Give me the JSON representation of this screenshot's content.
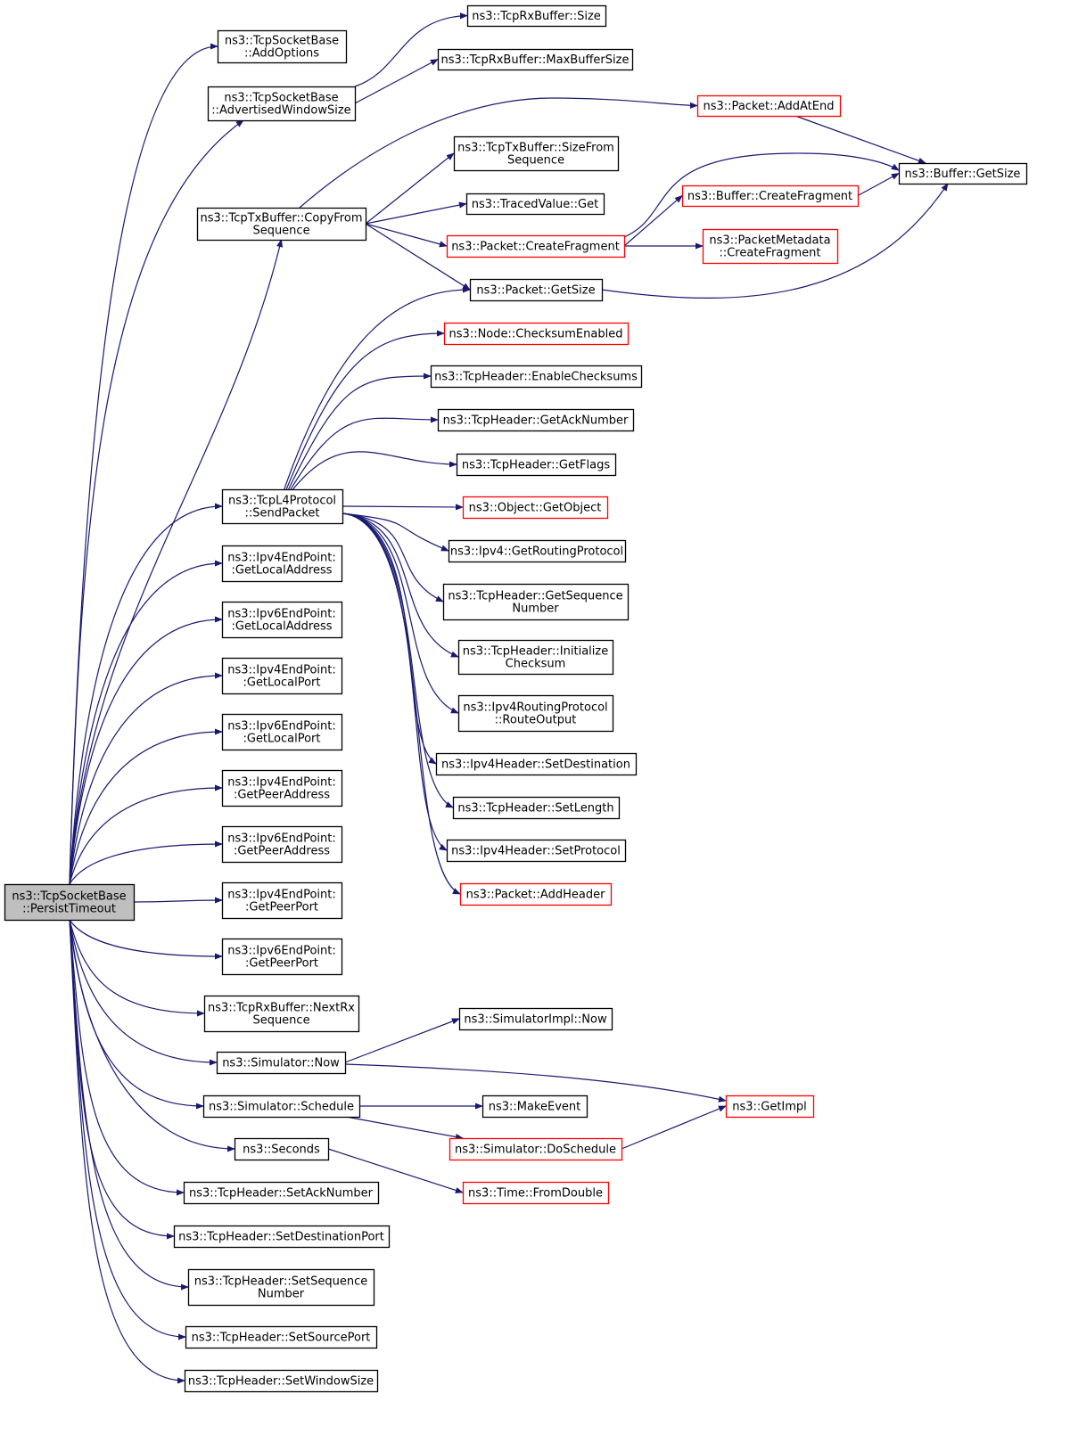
{
  "colors": {
    "edge": "#191970",
    "border_default": "#000000",
    "border_truncated": "#ff0000",
    "root_fill": "#bfbfbf",
    "node_fill": "#ffffff",
    "text": "#000000"
  },
  "nodes": {
    "persist_timeout": {
      "lines": [
        "ns3::TcpSocketBase",
        "::PersistTimeout"
      ],
      "root": true
    },
    "add_options": {
      "lines": [
        "ns3::TcpSocketBase",
        "::AddOptions"
      ]
    },
    "advertised_window_size": {
      "lines": [
        "ns3::TcpSocketBase",
        "::AdvertisedWindowSize"
      ]
    },
    "rx_size": {
      "lines": [
        "ns3::TcpRxBuffer::Size"
      ]
    },
    "rx_max_buffer_size": {
      "lines": [
        "ns3::TcpRxBuffer::MaxBufferSize"
      ]
    },
    "packet_add_at_end": {
      "lines": [
        "ns3::Packet::AddAtEnd"
      ],
      "truncated": true
    },
    "tx_size_from_sequence": {
      "lines": [
        "ns3::TcpTxBuffer::SizeFrom",
        "Sequence"
      ]
    },
    "buffer_get_size": {
      "lines": [
        "ns3::Buffer::GetSize"
      ]
    },
    "tx_copy_from_sequence": {
      "lines": [
        "ns3::TcpTxBuffer::CopyFrom",
        "Sequence"
      ]
    },
    "buffer_create_fragment": {
      "lines": [
        "ns3::Buffer::CreateFragment"
      ],
      "truncated": true
    },
    "traced_value_get": {
      "lines": [
        "ns3::TracedValue::Get"
      ]
    },
    "packet_create_fragment": {
      "lines": [
        "ns3::Packet::CreateFragment"
      ],
      "truncated": true
    },
    "packet_metadata_create_fragment": {
      "lines": [
        "ns3::PacketMetadata",
        "::CreateFragment"
      ],
      "truncated": true
    },
    "packet_get_size": {
      "lines": [
        "ns3::Packet::GetSize"
      ]
    },
    "node_checksum_enabled": {
      "lines": [
        "ns3::Node::ChecksumEnabled"
      ],
      "truncated": true
    },
    "tcp_enable_checksums": {
      "lines": [
        "ns3::TcpHeader::EnableChecksums"
      ]
    },
    "tcp_get_ack_number": {
      "lines": [
        "ns3::TcpHeader::GetAckNumber"
      ]
    },
    "tcp_get_flags": {
      "lines": [
        "ns3::TcpHeader::GetFlags"
      ]
    },
    "l4_send_packet": {
      "lines": [
        "ns3::TcpL4Protocol",
        "::SendPacket"
      ]
    },
    "object_get_object": {
      "lines": [
        "ns3::Object::GetObject"
      ],
      "truncated": true
    },
    "ipv4_get_routing_protocol": {
      "lines": [
        "ns3::Ipv4::GetRoutingProtocol"
      ]
    },
    "tcp_get_sequence_number": {
      "lines": [
        "ns3::TcpHeader::GetSequence",
        "Number"
      ]
    },
    "tcp_initialize_checksum": {
      "lines": [
        "ns3::TcpHeader::Initialize",
        "Checksum"
      ]
    },
    "ipv4_route_output": {
      "lines": [
        "ns3::Ipv4RoutingProtocol",
        "::RouteOutput"
      ]
    },
    "ipv4h_set_destination": {
      "lines": [
        "ns3::Ipv4Header::SetDestination"
      ]
    },
    "tcp_set_length": {
      "lines": [
        "ns3::TcpHeader::SetLength"
      ]
    },
    "ipv4h_set_protocol": {
      "lines": [
        "ns3::Ipv4Header::SetProtocol"
      ]
    },
    "packet_add_header": {
      "lines": [
        "ns3::Packet::AddHeader"
      ],
      "truncated": true
    },
    "ipv4ep_get_local_address": {
      "lines": [
        "ns3::Ipv4EndPoint:",
        ":GetLocalAddress"
      ]
    },
    "ipv6ep_get_local_address": {
      "lines": [
        "ns3::Ipv6EndPoint:",
        ":GetLocalAddress"
      ]
    },
    "ipv4ep_get_local_port": {
      "lines": [
        "ns3::Ipv4EndPoint:",
        ":GetLocalPort"
      ]
    },
    "ipv6ep_get_local_port": {
      "lines": [
        "ns3::Ipv6EndPoint:",
        ":GetLocalPort"
      ]
    },
    "ipv4ep_get_peer_address": {
      "lines": [
        "ns3::Ipv4EndPoint:",
        ":GetPeerAddress"
      ]
    },
    "ipv6ep_get_peer_address": {
      "lines": [
        "ns3::Ipv6EndPoint:",
        ":GetPeerAddress"
      ]
    },
    "ipv4ep_get_peer_port": {
      "lines": [
        "ns3::Ipv4EndPoint:",
        ":GetPeerPort"
      ]
    },
    "ipv6ep_get_peer_port": {
      "lines": [
        "ns3::Ipv6EndPoint:",
        ":GetPeerPort"
      ]
    },
    "rx_next_rx_sequence": {
      "lines": [
        "ns3::TcpRxBuffer::NextRx",
        "Sequence"
      ]
    },
    "simulator_impl_now": {
      "lines": [
        "ns3::SimulatorImpl::Now"
      ]
    },
    "simulator_now": {
      "lines": [
        "ns3::Simulator::Now"
      ]
    },
    "get_impl": {
      "lines": [
        "ns3::GetImpl"
      ],
      "truncated": true
    },
    "simulator_schedule": {
      "lines": [
        "ns3::Simulator::Schedule"
      ]
    },
    "make_event": {
      "lines": [
        "ns3::MakeEvent"
      ]
    },
    "simulator_do_schedule": {
      "lines": [
        "ns3::Simulator::DoSchedule"
      ],
      "truncated": true
    },
    "seconds": {
      "lines": [
        "ns3::Seconds"
      ]
    },
    "time_from_double": {
      "lines": [
        "ns3::Time::FromDouble"
      ],
      "truncated": true
    },
    "tcp_set_ack_number": {
      "lines": [
        "ns3::TcpHeader::SetAckNumber"
      ]
    },
    "tcp_set_destination_port": {
      "lines": [
        "ns3::TcpHeader::SetDestinationPort"
      ]
    },
    "tcp_set_sequence_number": {
      "lines": [
        "ns3::TcpHeader::SetSequence",
        "Number"
      ]
    },
    "tcp_set_source_port": {
      "lines": [
        "ns3::TcpHeader::SetSourcePort"
      ]
    },
    "tcp_set_window_size": {
      "lines": [
        "ns3::TcpHeader::SetWindowSize"
      ]
    }
  },
  "edges": [
    [
      "persist_timeout",
      "add_options"
    ],
    [
      "persist_timeout",
      "advertised_window_size"
    ],
    [
      "persist_timeout",
      "tx_copy_from_sequence"
    ],
    [
      "persist_timeout",
      "l4_send_packet"
    ],
    [
      "persist_timeout",
      "ipv4ep_get_local_address"
    ],
    [
      "persist_timeout",
      "ipv6ep_get_local_address"
    ],
    [
      "persist_timeout",
      "ipv4ep_get_local_port"
    ],
    [
      "persist_timeout",
      "ipv6ep_get_local_port"
    ],
    [
      "persist_timeout",
      "ipv4ep_get_peer_address"
    ],
    [
      "persist_timeout",
      "ipv6ep_get_peer_address"
    ],
    [
      "persist_timeout",
      "ipv4ep_get_peer_port"
    ],
    [
      "persist_timeout",
      "ipv6ep_get_peer_port"
    ],
    [
      "persist_timeout",
      "rx_next_rx_sequence"
    ],
    [
      "persist_timeout",
      "simulator_now"
    ],
    [
      "persist_timeout",
      "simulator_schedule"
    ],
    [
      "persist_timeout",
      "seconds"
    ],
    [
      "persist_timeout",
      "tcp_set_ack_number"
    ],
    [
      "persist_timeout",
      "tcp_set_destination_port"
    ],
    [
      "persist_timeout",
      "tcp_set_sequence_number"
    ],
    [
      "persist_timeout",
      "tcp_set_source_port"
    ],
    [
      "persist_timeout",
      "tcp_set_window_size"
    ],
    [
      "advertised_window_size",
      "rx_size"
    ],
    [
      "advertised_window_size",
      "rx_max_buffer_size"
    ],
    [
      "tx_copy_from_sequence",
      "packet_add_at_end"
    ],
    [
      "tx_copy_from_sequence",
      "tx_size_from_sequence"
    ],
    [
      "tx_copy_from_sequence",
      "traced_value_get"
    ],
    [
      "tx_copy_from_sequence",
      "packet_create_fragment"
    ],
    [
      "tx_copy_from_sequence",
      "packet_get_size"
    ],
    [
      "packet_add_at_end",
      "buffer_get_size"
    ],
    [
      "buffer_create_fragment",
      "buffer_get_size"
    ],
    [
      "packet_create_fragment",
      "buffer_create_fragment"
    ],
    [
      "packet_create_fragment",
      "buffer_get_size"
    ],
    [
      "packet_create_fragment",
      "packet_metadata_create_fragment"
    ],
    [
      "packet_get_size",
      "buffer_get_size"
    ],
    [
      "l4_send_packet",
      "packet_get_size"
    ],
    [
      "l4_send_packet",
      "node_checksum_enabled"
    ],
    [
      "l4_send_packet",
      "tcp_enable_checksums"
    ],
    [
      "l4_send_packet",
      "tcp_get_ack_number"
    ],
    [
      "l4_send_packet",
      "tcp_get_flags"
    ],
    [
      "l4_send_packet",
      "object_get_object"
    ],
    [
      "l4_send_packet",
      "ipv4_get_routing_protocol"
    ],
    [
      "l4_send_packet",
      "tcp_get_sequence_number"
    ],
    [
      "l4_send_packet",
      "tcp_initialize_checksum"
    ],
    [
      "l4_send_packet",
      "ipv4_route_output"
    ],
    [
      "l4_send_packet",
      "ipv4h_set_destination"
    ],
    [
      "l4_send_packet",
      "tcp_set_length"
    ],
    [
      "l4_send_packet",
      "ipv4h_set_protocol"
    ],
    [
      "l4_send_packet",
      "packet_add_header"
    ],
    [
      "simulator_now",
      "simulator_impl_now"
    ],
    [
      "simulator_now",
      "get_impl"
    ],
    [
      "simulator_schedule",
      "make_event"
    ],
    [
      "simulator_schedule",
      "simulator_do_schedule"
    ],
    [
      "simulator_do_schedule",
      "get_impl"
    ],
    [
      "seconds",
      "time_from_double"
    ]
  ]
}
